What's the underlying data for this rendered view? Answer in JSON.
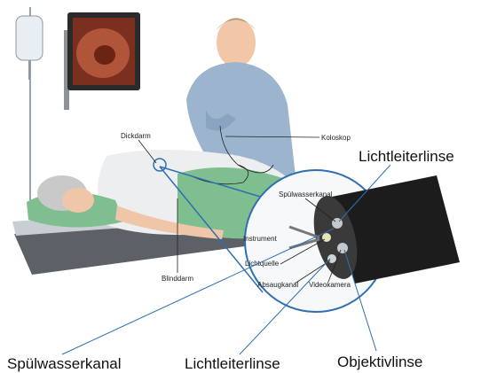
{
  "labels": {
    "dickdarm": "Dickdarm",
    "koloskop": "Koloskop",
    "blinddarm": "Blinddarm",
    "spuelwasserkanal_small": "Spülwasserkanal",
    "instrument": "Instrument",
    "lichtquelle": "Lichtquelle",
    "absaugkanal": "Absaugkanal",
    "videokamera": "Videokamera"
  },
  "callouts": {
    "lichtleiterlinse_top": "Lichtleiterlinse",
    "spuelwasserkanal": "Spülwasserkanal",
    "lichtleiterlinse_bottom": "Lichtleiterlinse",
    "objektivlinse": "Objektivlinse"
  },
  "colors": {
    "scrubs": "#9db4cf",
    "drape": "#7fbf8f",
    "monitor_frame": "#2a2a2a",
    "colon_view": "#b0553a",
    "leader_line": "#2f6fb0"
  }
}
